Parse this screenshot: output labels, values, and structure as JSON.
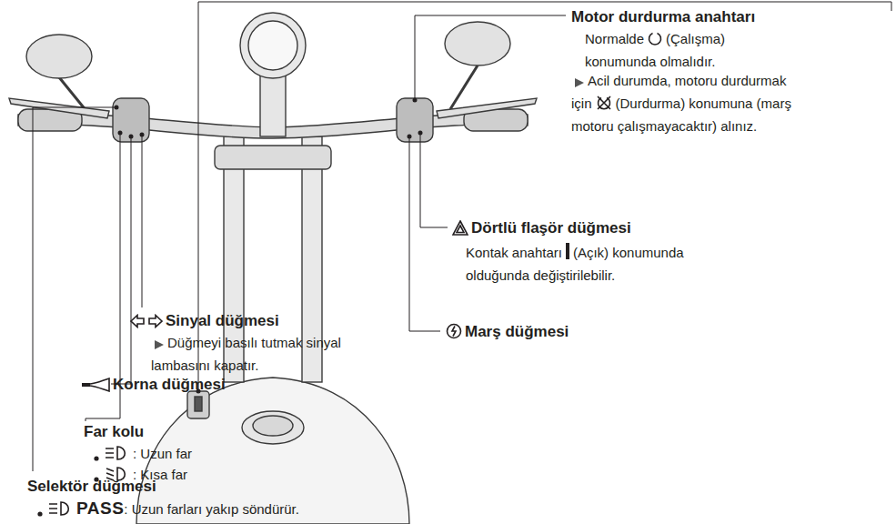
{
  "diagram": {
    "labels": [
      "Motor durdurma anahtarı",
      "Normalde",
      "(Çalışma) konumunda olmalıdır.",
      "Acil durumda, motoru durdurmak için",
      "(Durdurma) konumuna (marş motoru çalışmayacaktır) alınız.",
      "Dörtlü flaşör düğmesi",
      "Kontak anahtarı",
      "(Açık) konumunda olduğunda değiştirilebilir.",
      "Marş düğmesi",
      "Sinyal düğmesi",
      "Düğmeyi basılı tutmak sinyal lambasını kapatır.",
      "Korna düğmesi",
      "Far kolu",
      ": Uzun far",
      ": Kısa far",
      "Selektör düğmesi",
      "PASS",
      ": Uzun farları yakıp söndürür."
    ]
  }
}
